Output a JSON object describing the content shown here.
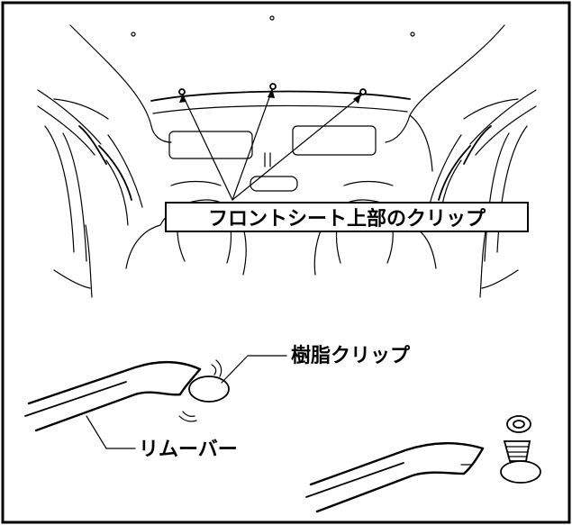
{
  "figure": {
    "callout_label": "フロントシート上部のクリップ",
    "clip_label": "樹脂クリップ",
    "tool_label": "リムーバー"
  },
  "colors": {
    "line": "#000000",
    "background": "#ffffff"
  }
}
